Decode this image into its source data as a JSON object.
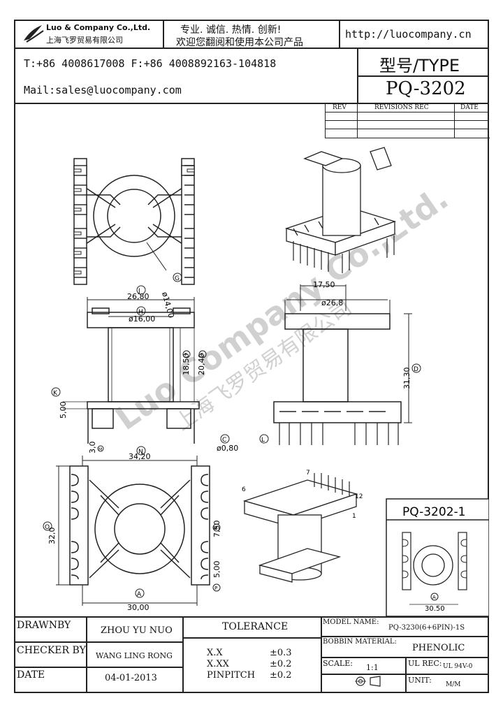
{
  "header": {
    "company_en": "Luo & Company Co.,Ltd.",
    "company_cn": "上海飞罗贸易有限公司",
    "slogan1": "专业. 诚信. 热情. 创新!",
    "slogan2": "欢迎您翻阅和使用本公司产品",
    "website": "http://luocompany.cn",
    "phone": "T:+86 4008617008 F:+86 4008892163-104818",
    "mail": "Mail:sales@luocompany.com",
    "type_label": "型号/TYPE",
    "model": "PQ-3202"
  },
  "revisions": {
    "rev": "REV",
    "rec": "REVISIONS REC",
    "date": "DATE"
  },
  "drawing": {
    "dims": {
      "d14": "ø14,00",
      "d2680": "26,80",
      "d16": "ø16,00",
      "d1850": "18,50",
      "d2040": "20,40",
      "d500a": "5,00",
      "d30": "3,0",
      "d080": "ø0,80",
      "d1750": "17,50",
      "d268": "ø26,8",
      "d3130": "31,30",
      "d3420": "34,20",
      "d320": "32,0",
      "d750": "7,50",
      "d500b": "5,00",
      "d3000": "30,00",
      "d3050": "30.50"
    },
    "callouts": {
      "G": "G",
      "J": "J",
      "H": "H",
      "F": "F",
      "E": "E",
      "K": "K",
      "M": "M",
      "C": "C",
      "D": "D",
      "L": "L",
      "N": "N",
      "O": "O",
      "B": "B",
      "A": "A",
      "P": "P"
    },
    "pins": {
      "p1": "6",
      "p7": "7",
      "p12": "12",
      "p1b": "1"
    },
    "variant": "PQ-3202-1",
    "watermark_en": "Luo Company Co.,Ltd.",
    "watermark_cn": "上海飞罗贸易有限公司"
  },
  "footer": {
    "drawnby_label": "DRAWNBY",
    "drawnby": "ZHOU YU NUO",
    "checker_label": "CHECKER BY",
    "checker": "WANG LING RONG",
    "date_label": "DATE",
    "date": "04-01-2013",
    "tolerance_label": "TOLERANCE",
    "tol_x": "X.X",
    "tol_x_val": "±0.3",
    "tol_xx": "X.XX",
    "tol_xx_val": "±0.2",
    "tol_pin": "PINPITCH",
    "tol_pin_val": "±0.2",
    "model_name_label": "MODEL NAME:",
    "model_name": "PQ-3230(6+6PIN)-1S",
    "bobbin_label": "BOBBIN MATERIAL:",
    "bobbin": "PHENOLIC",
    "scale_label": "SCALE:",
    "scale": "1:1",
    "ul_label": "UL REC:",
    "ul": "UL 94V-0",
    "unit_label": "UNIT:",
    "unit": "M/M"
  }
}
